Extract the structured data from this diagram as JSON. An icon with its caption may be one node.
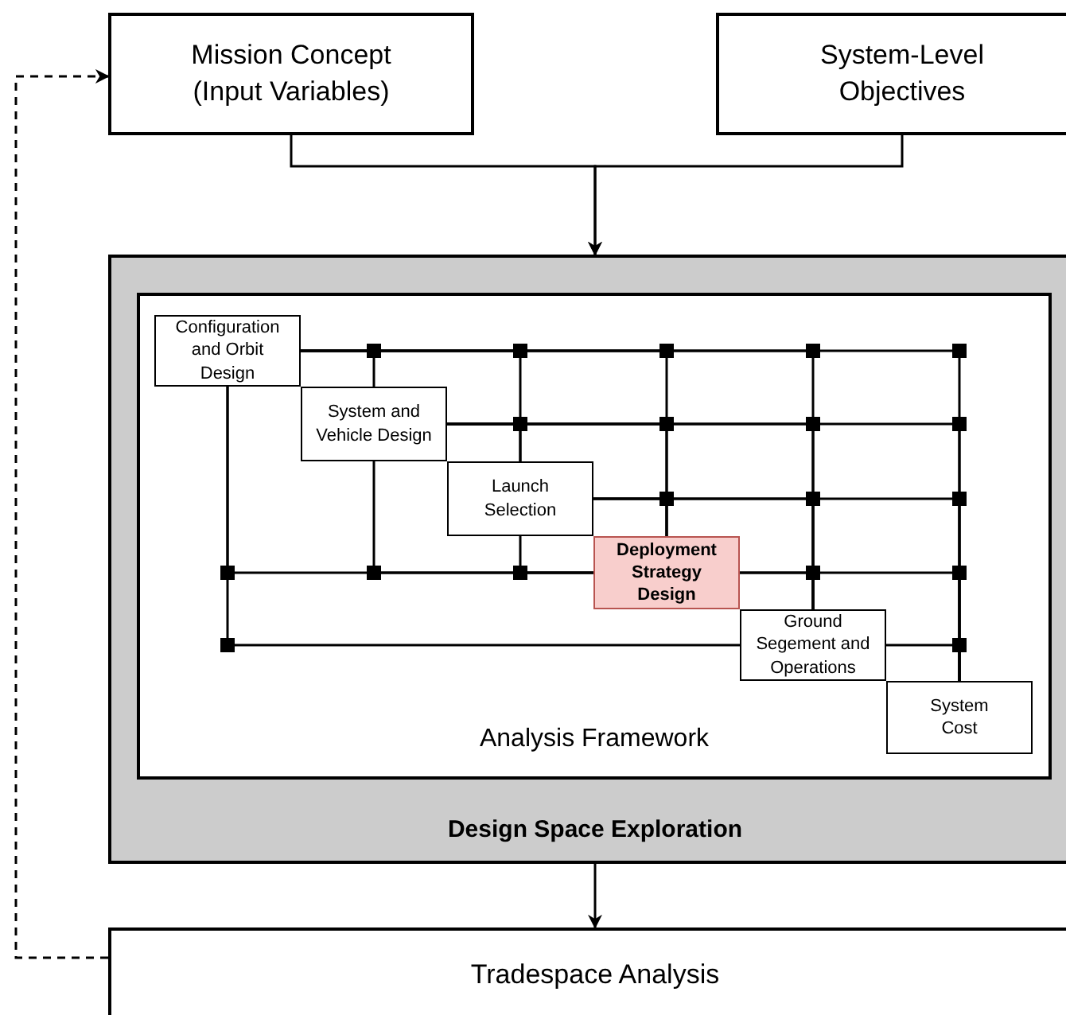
{
  "diagram": {
    "nodes": [
      {
        "text": [
          "Mission Concept (Input Variables)"
        ]
      },
      {
        "text": [
          "System-Level Objectives"
        ]
      },
      {
        "text": [
          "Design Space Exploration"
        ]
      },
      {
        "text": [
          "Analysis Framework"
        ],
        "in": 2
      },
      {
        "text": [
          "Configuration and Orbit Design"
        ],
        "in": 3
      },
      {
        "text": [
          "System and Vehicle Design"
        ],
        "in": 3
      },
      {
        "text": [
          "Launch Selection"
        ],
        "in": 3
      },
      {
        "text": [
          "Deployment Strategy Design"
        ],
        "in": 3
      },
      {
        "text": [
          "Ground Segement and Operations"
        ],
        "in": 3
      },
      {
        "text": [
          "System Cost"
        ],
        "in": 3
      },
      {
        "text": [
          "Tradespace Analysis"
        ]
      }
    ],
    "edges": [
      {
        "from": 0,
        "to": 2,
        "arrow": "to"
      },
      {
        "from": 1,
        "to": 2,
        "arrow": "to"
      },
      {
        "from": 2,
        "to": 10,
        "arrow": "to"
      },
      {
        "from": 10,
        "to": 0,
        "arrow": "to",
        "style": "dashed"
      },
      {
        "from": 4,
        "to": 5,
        "arrow": "none"
      },
      {
        "from": 4,
        "to": 6,
        "arrow": "none"
      },
      {
        "from": 4,
        "to": 7,
        "arrow": "none"
      },
      {
        "from": 4,
        "to": 8,
        "arrow": "none"
      },
      {
        "from": 4,
        "to": 9,
        "arrow": "none"
      },
      {
        "from": 5,
        "to": 6,
        "arrow": "none"
      },
      {
        "from": 5,
        "to": 7,
        "arrow": "none"
      },
      {
        "from": 5,
        "to": 8,
        "arrow": "none"
      },
      {
        "from": 5,
        "to": 9,
        "arrow": "none"
      },
      {
        "from": 6,
        "to": 7,
        "arrow": "none"
      },
      {
        "from": 6,
        "to": 8,
        "arrow": "none"
      },
      {
        "from": 6,
        "to": 9,
        "arrow": "none"
      },
      {
        "from": 7,
        "to": 4,
        "arrow": "none"
      },
      {
        "from": 7,
        "to": 5,
        "arrow": "none"
      },
      {
        "from": 7,
        "to": 6,
        "arrow": "none"
      },
      {
        "from": 7,
        "to": 8,
        "arrow": "none"
      },
      {
        "from": 7,
        "to": 9,
        "arrow": "none"
      },
      {
        "from": 8,
        "to": 4,
        "arrow": "none"
      },
      {
        "from": 8,
        "to": 9,
        "arrow": "none"
      }
    ]
  }
}
